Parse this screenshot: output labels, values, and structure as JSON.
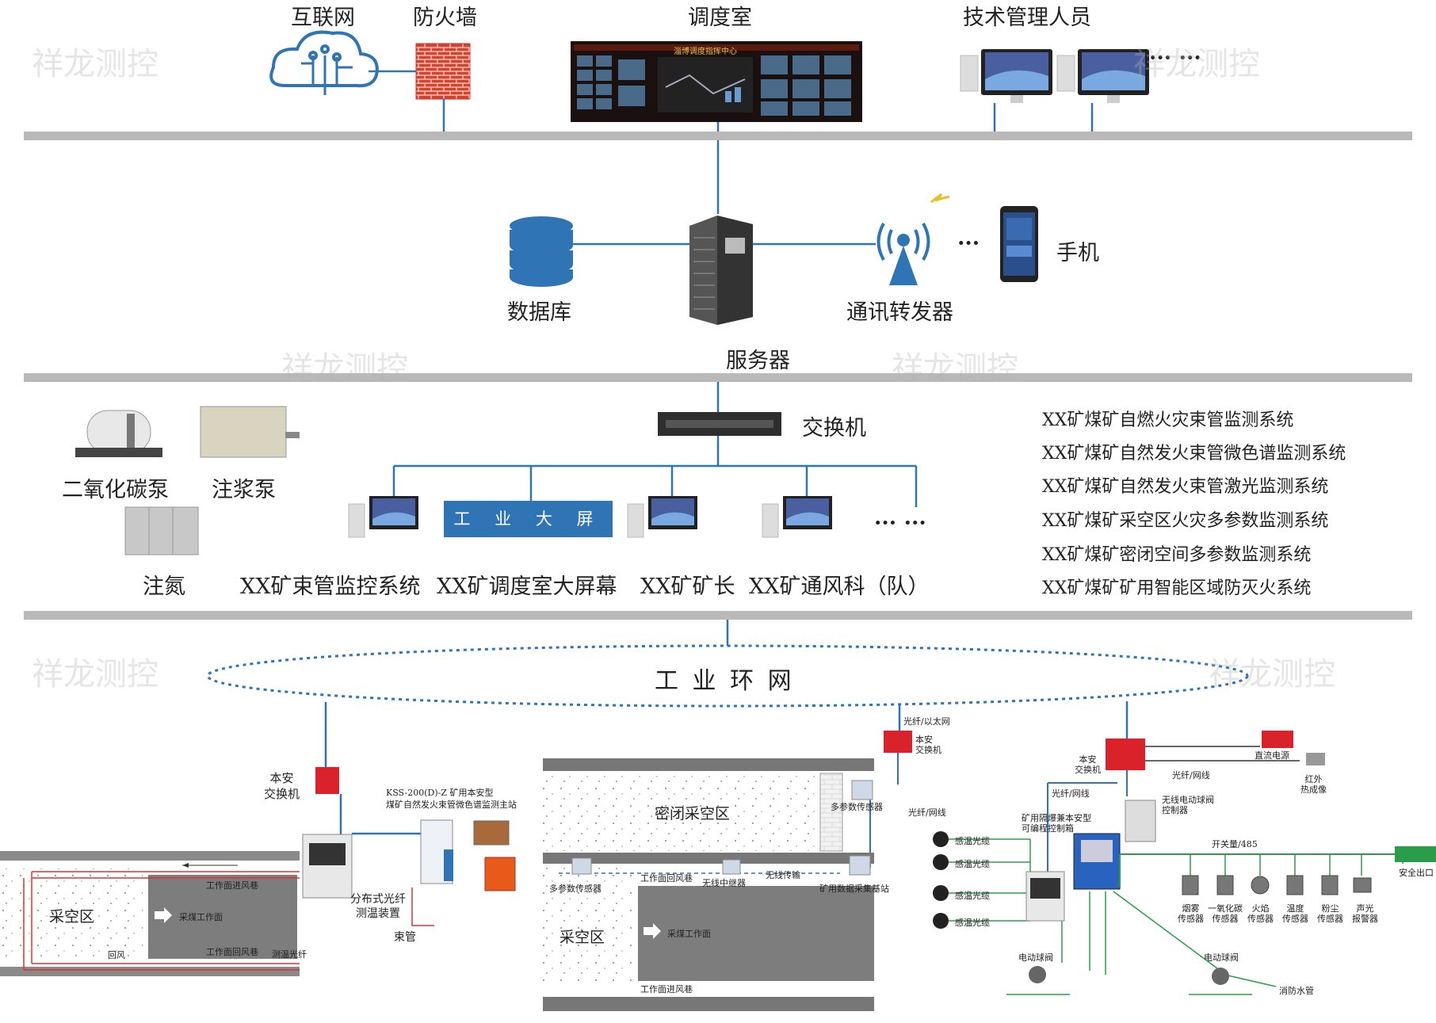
{
  "top": {
    "internet": "互联网",
    "firewall": "防火墙",
    "dispatch_room": "调度室",
    "dispatch_screen_banner": "淄博调度指挥中心",
    "tech_staff": "技术管理人员",
    "ellipsis": "··· ···"
  },
  "middle": {
    "database": "数据库",
    "server": "服务器",
    "relay": "通讯转发器",
    "phone": "手机",
    "ellipsis": "···"
  },
  "switch_layer": {
    "switch": "交换机",
    "co2_pump": "二氧化碳泵",
    "grout_pump": "注浆泵",
    "nitrogen": "注氮",
    "industrial_screen": "工 业 大 屏",
    "clients": [
      "XX矿束管监控系统",
      "XX矿调度室大屏幕",
      "XX矿矿长",
      "XX矿通风科（队）"
    ],
    "ellipsis": "··· ···",
    "systems": [
      "XX矿煤矿自燃火灾束管监测系统",
      "XX矿煤矿自然发火束管微色谱监测系统",
      "XX矿煤矿自然发火束管激光监测系统",
      "XX矿煤矿采空区火灾多参数监测系统",
      "XX矿煤矿密闭空间多参数监测系统",
      "XX矿煤矿矿用智能区域防灭火系统"
    ]
  },
  "ring": {
    "label": "工 业 环 网"
  },
  "left_area": {
    "switch": "本安\n交换机",
    "kss": "KSS-200(D)-Z 矿用本安型\n煤矿自然发火束管微色谱监测主站",
    "dts": "分布式光纤\n测温装置",
    "bundle_tube": "束管",
    "goaf": "采空区",
    "intake": "工作面进风巷",
    "face": "采煤工作面",
    "return": "工作面回风巷",
    "return_short": "回风",
    "fiber": "测温光纤"
  },
  "mid_area": {
    "fiber_eth": "光纤/以太网",
    "switch": "本安\n交换机",
    "fiber_net": "光纤/网线",
    "sealed": "密闭采空区",
    "multi_sensor": "多参数传感器",
    "multi_sensor2": "多参数传感器",
    "repeater": "无线中继器",
    "wireless": "无线传输",
    "station": "矿用数据采集基站",
    "return": "工作面回风巷",
    "goaf": "采空区",
    "face": "采煤工作面",
    "intake": "工作面进风巷"
  },
  "right_area": {
    "switch": "本安\n交换机",
    "dc_power": "直流电源",
    "ir_camera": "红外\n热成像",
    "fiber_net": "光纤/网线",
    "fiber_net2": "光纤/网线",
    "wireless_valve": "无线电动球阀\n控制器",
    "plc": "矿用隔爆兼本安型\n可编程控制箱",
    "switch_485": "开关量/485",
    "cables": [
      "感温光缆",
      "感温光缆",
      "感温光缆",
      "感温光缆"
    ],
    "sensors": [
      "烟雾\n传感器",
      "一氧化碳\n传感器",
      "火焰\n传感器",
      "温度\n传感器",
      "粉尘\n传感器",
      "声光\n报警器"
    ],
    "exit": "安全出口",
    "valve1": "电动球阀",
    "valve2": "电动球阀",
    "hydrant": "消防水管"
  },
  "watermark": "祥龙测控",
  "colors": {
    "line": "#2f74b5",
    "bar": "#b9b9b9",
    "red": "#d9222a",
    "green": "#2a9d4a"
  }
}
